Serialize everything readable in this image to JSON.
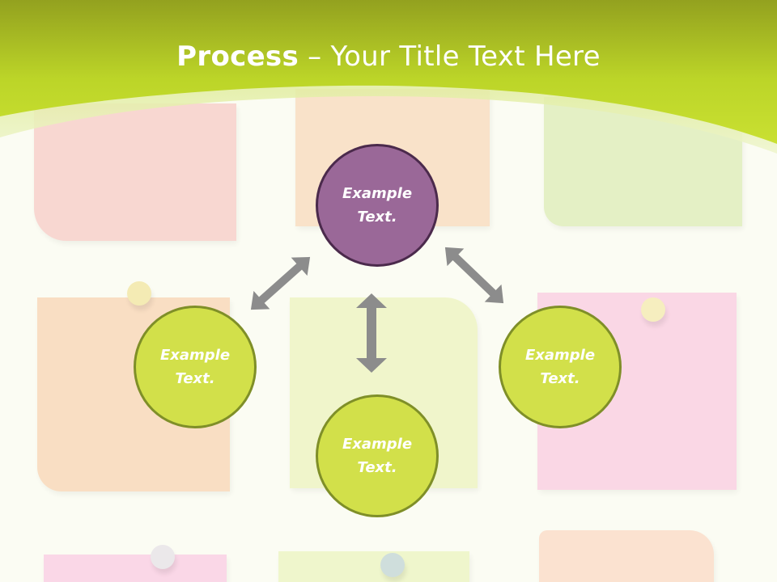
{
  "title": {
    "bold": "Process",
    "dash": " – ",
    "rest": "Your Title Text Here"
  },
  "nodes": {
    "top": "Example\nText.",
    "left": "Example\nText.",
    "right": "Example\nText.",
    "bottom": "Example\nText."
  },
  "colors": {
    "header_green": "#b5d21a",
    "node_purple": "#9a6898",
    "node_green": "#d2e04a",
    "arrow_gray": "#8c8c8c"
  },
  "icons": [
    "double-arrow-icon",
    "pushpin-icon"
  ]
}
